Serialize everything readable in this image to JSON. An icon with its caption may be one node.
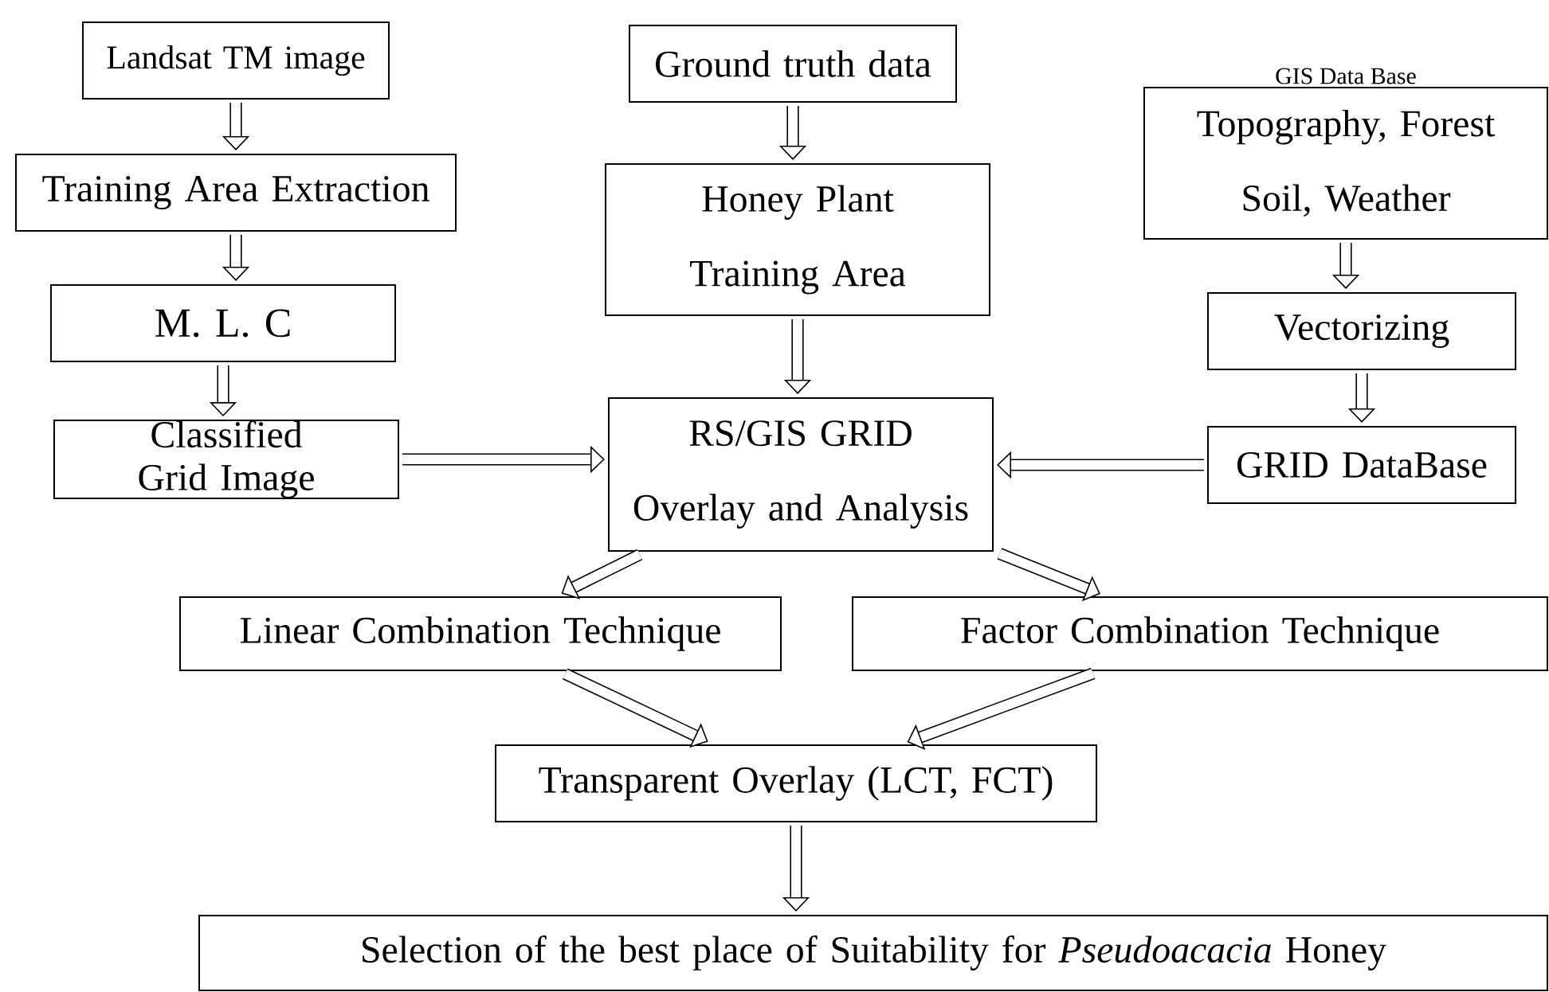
{
  "diagram": {
    "nodes": [
      {
        "text": [
          "Landsat TM image"
        ]
      },
      {
        "text": [
          "Training Area Extraction"
        ]
      },
      {
        "text": [
          "M. L. C"
        ]
      },
      {
        "text": [
          "Classified Grid Image"
        ]
      },
      {
        "text": [
          "Ground truth data"
        ]
      },
      {
        "text": [
          "Honey Plant Training Area"
        ]
      },
      {
        "text": [
          "RS/GIS GRID Overlay and Analysis"
        ]
      },
      {
        "text": [
          "GIS Data Base",
          "Topography, Forest Soil, Weather"
        ]
      },
      {
        "text": [
          "Vectorizing"
        ]
      },
      {
        "text": [
          "GRID DataBase"
        ]
      },
      {
        "text": [
          "Linear Combination Technique"
        ]
      },
      {
        "text": [
          "Factor Combination Technique"
        ]
      },
      {
        "text": [
          "Transparent Overlay (LCT, FCT)"
        ]
      },
      {
        "text": [
          "Selection of the best place of Suitability for *Pseudoacacia* Honey"
        ]
      }
    ],
    "edges": [
      {
        "from": 0,
        "to": 1,
        "arrow": "to"
      },
      {
        "from": 1,
        "to": 2,
        "arrow": "to"
      },
      {
        "from": 2,
        "to": 3,
        "arrow": "to"
      },
      {
        "from": 4,
        "to": 5,
        "arrow": "to"
      },
      {
        "from": 5,
        "to": 6,
        "arrow": "to"
      },
      {
        "from": 7,
        "to": 8,
        "arrow": "to"
      },
      {
        "from": 8,
        "to": 9,
        "arrow": "to"
      },
      {
        "from": 3,
        "to": 6,
        "arrow": "to"
      },
      {
        "from": 9,
        "to": 6,
        "arrow": "to"
      },
      {
        "from": 6,
        "to": 10,
        "arrow": "to"
      },
      {
        "from": 6,
        "to": 11,
        "arrow": "to"
      },
      {
        "from": 10,
        "to": 12,
        "arrow": "to"
      },
      {
        "from": 11,
        "to": 12,
        "arrow": "to"
      },
      {
        "from": 12,
        "to": 13,
        "arrow": "to"
      }
    ]
  }
}
